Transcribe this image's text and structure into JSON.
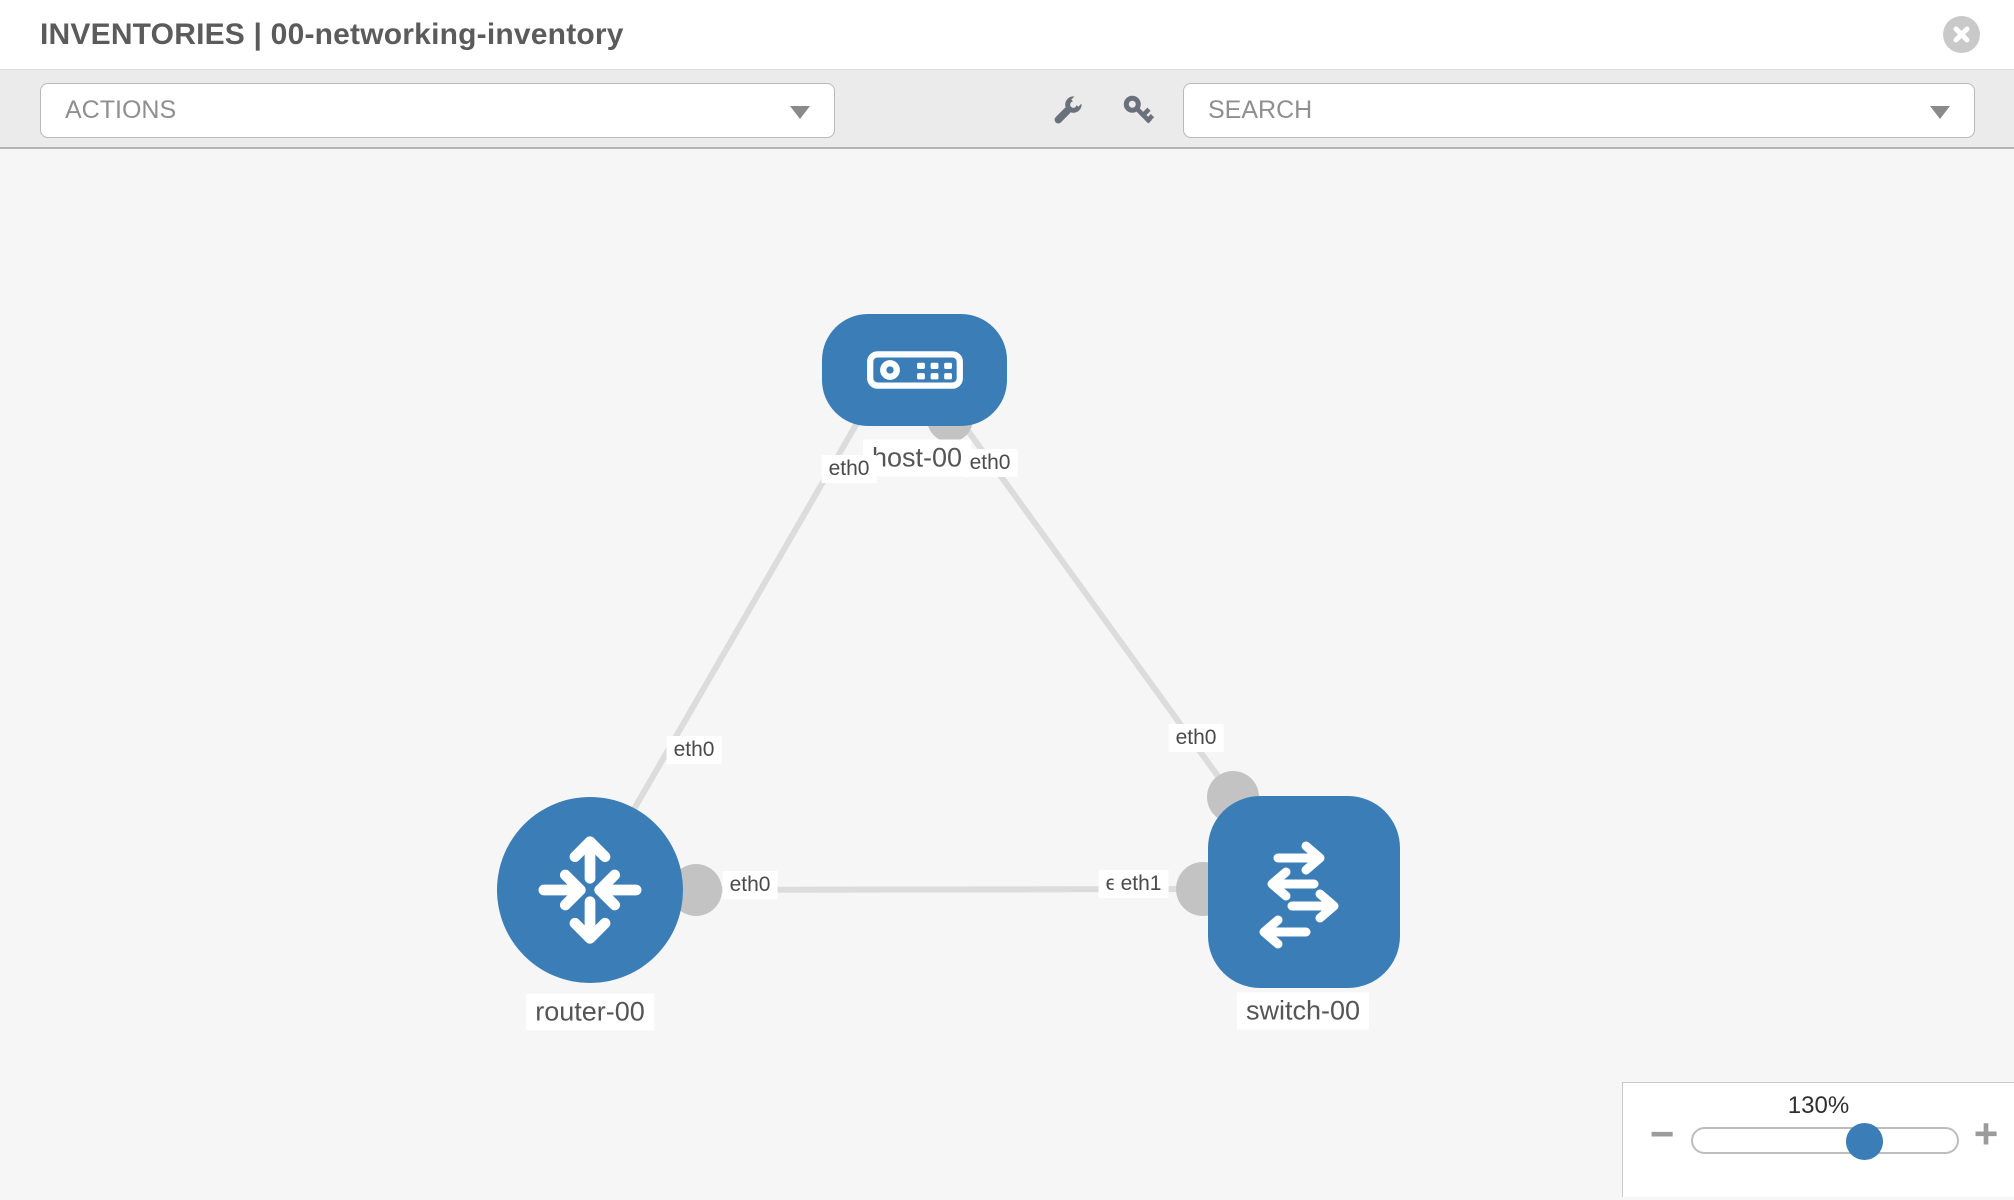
{
  "header": {
    "title": "INVENTORIES | 00-networking-inventory"
  },
  "toolbar": {
    "actions_label": "ACTIONS",
    "search_label": "SEARCH"
  },
  "topology": {
    "nodes": [
      {
        "label": "host-00",
        "type": "host"
      },
      {
        "label": "router-00",
        "type": "router"
      },
      {
        "label": "switch-00",
        "type": "switch"
      }
    ],
    "interface_labels": {
      "host_router_at_host": "eth0",
      "host_router_at_router": "eth0",
      "host_switch_at_host": "eth0",
      "host_switch_at_switch": "eth0",
      "router_switch_at_router": "eth0",
      "router_switch_at_switch_back": "eth0",
      "router_switch_at_switch_front": "eth1"
    }
  },
  "zoom_control": {
    "value": "130%",
    "minus_label": "−",
    "plus_label": "+",
    "slider_percent": 66
  },
  "colors": {
    "node_blue": "#3b7db6",
    "link_gray": "#dcdcdc",
    "connector_gray": "#c3c3c3",
    "canvas_bg": "#f6f6f6",
    "toolbar_bg": "#ebebeb",
    "label_text": "#555555"
  },
  "icons": {
    "close": "circle-x",
    "wrench": "wrench",
    "key": "key",
    "caret": "triangle-down",
    "host": "server",
    "router": "four-arrows",
    "switch": "exchange-arrows"
  }
}
